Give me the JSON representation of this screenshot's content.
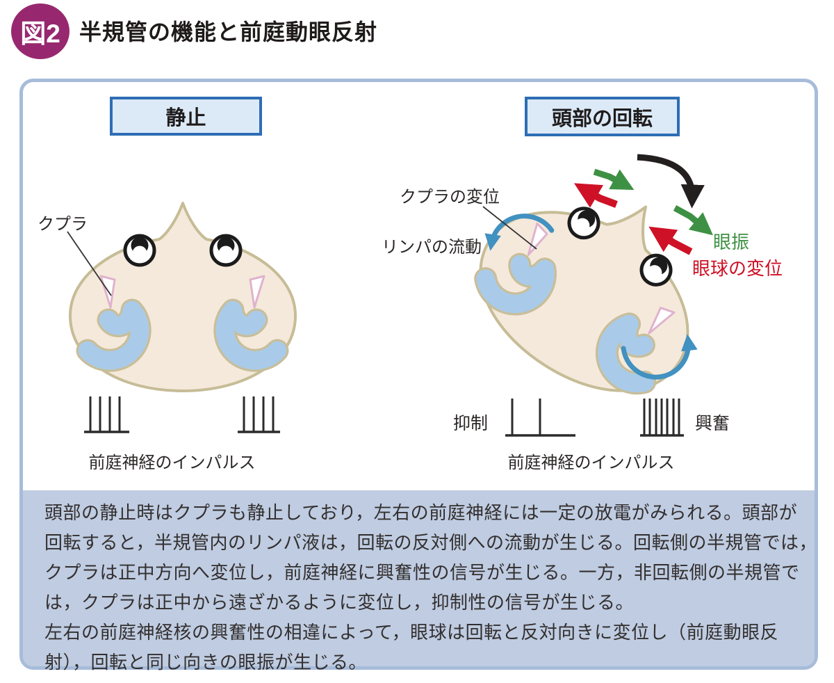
{
  "figure": {
    "badge": "図2",
    "title": "半規管の機能と前庭動眼反射"
  },
  "panels": {
    "left": {
      "title": "静止",
      "labels": {
        "cupula": "クプラ",
        "impulse": "前庭神経のインパルス"
      }
    },
    "right": {
      "title": "頭部の回転",
      "labels": {
        "cupula_shift": "クプラの変位",
        "lymph_flow": "リンパの流動",
        "nystagmus": "眼振",
        "eye_shift": "眼球の変位",
        "inhibition": "抑制",
        "excitation": "興奮",
        "impulse": "前庭神経のインパルス"
      },
      "icons": {
        "rotation": "black-curved-rotation-arrow",
        "nystagmus": "green-bent-arrows",
        "eye_displacement": "red-bent-arrows",
        "lymph_flow": "blue-curved-arrows-in-canals"
      }
    }
  },
  "caption": {
    "lines": [
      "頭部の静止時はクプラも静止しており，左右の前庭神経には一定の放電がみられる。頭部が",
      "回転すると，半規管内のリンパ液は，回転の反対側への流動が生じる。回転側の半規管では，",
      "クプラは正中方向へ変位し，前庭神経に興奮性の信号が生じる。一方，非回転側の半規管で",
      "は，クプラは正中から遠ざかるように変位し，抑制性の信号が生じる。",
      "左右の前庭神経核の興奮性の相違によって，眼球は回転と反対向きに変位し（前庭動眼反",
      "射），回転と同じ向きの眼振が生じる。"
    ]
  },
  "colors": {
    "badge_purple": "#97286F",
    "accent_green": "#3E9144",
    "accent_red": "#CE1126",
    "flow_blue": "#4191C1",
    "canal_blue": "#A9CBE9",
    "skin": "#F5E9DB",
    "outline_tan": "#C6BC96",
    "panel_border_blue": "#2E6DB4",
    "panel_fill_blue": "#DCEAF8",
    "frame_border": "#A7BCDA",
    "caption_bg": "#BFCCE1"
  }
}
